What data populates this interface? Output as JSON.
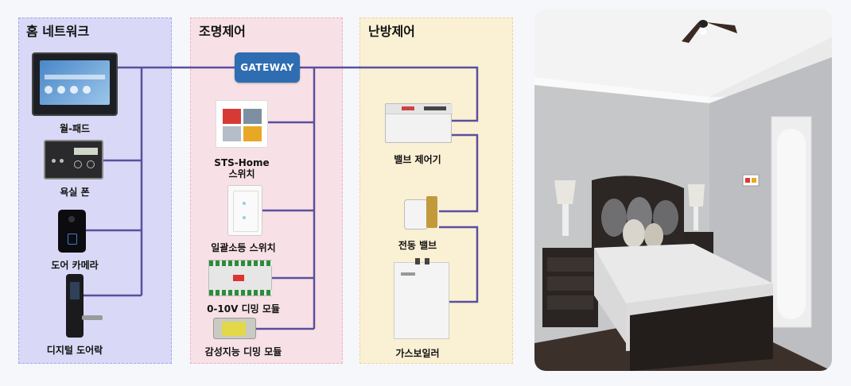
{
  "sections": {
    "home": {
      "title": "홈 네트워크",
      "devices": [
        "월-패드",
        "욕실 폰",
        "도어 카메라",
        "디지털 도어락"
      ]
    },
    "lighting": {
      "title": "조명제어",
      "devices": [
        "STS-Home\n스위치",
        "일괄소등 스위치",
        "0-10V 디밍 모듈",
        "감성지능 디밍 모듈"
      ]
    },
    "heating": {
      "title": "난방제어",
      "devices": [
        "밸브 제어기",
        "전동 밸브",
        "가스보일러"
      ]
    }
  },
  "gateway": {
    "label": "GATEWAY"
  },
  "colors": {
    "wire": "#5a4f9e",
    "gateway": "#2f6db3",
    "home": "#d9d9f7",
    "lighting": "#f7e1e6",
    "heating": "#faf0d4"
  }
}
